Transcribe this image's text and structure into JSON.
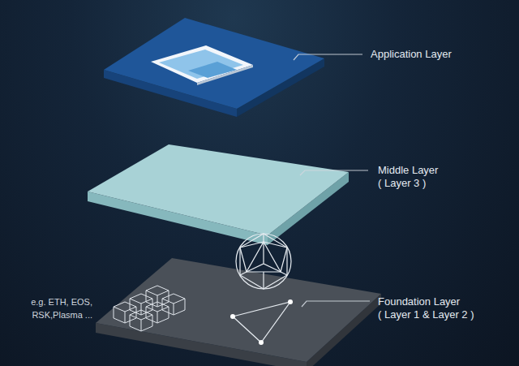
{
  "diagram": {
    "nodes": [
      {
        "text": [
          "Application Layer"
        ]
      },
      {
        "text": [
          "Middle Layer",
          "( Layer 3 )"
        ]
      },
      {
        "text": [
          "Foundation Layer",
          "( Layer 1 & Layer 2 )"
        ]
      }
    ],
    "edges": [
      {
        "from": 1,
        "to": 0,
        "arrow": "to"
      },
      {
        "from": 0,
        "to": 1,
        "arrow": "to"
      },
      {
        "from": 2,
        "to": 1,
        "arrow": "to"
      },
      {
        "from": 1,
        "to": 2,
        "arrow": "to"
      }
    ],
    "labels": [
      "e.g. ETH, EOS, RSK,Plasma ..."
    ]
  }
}
